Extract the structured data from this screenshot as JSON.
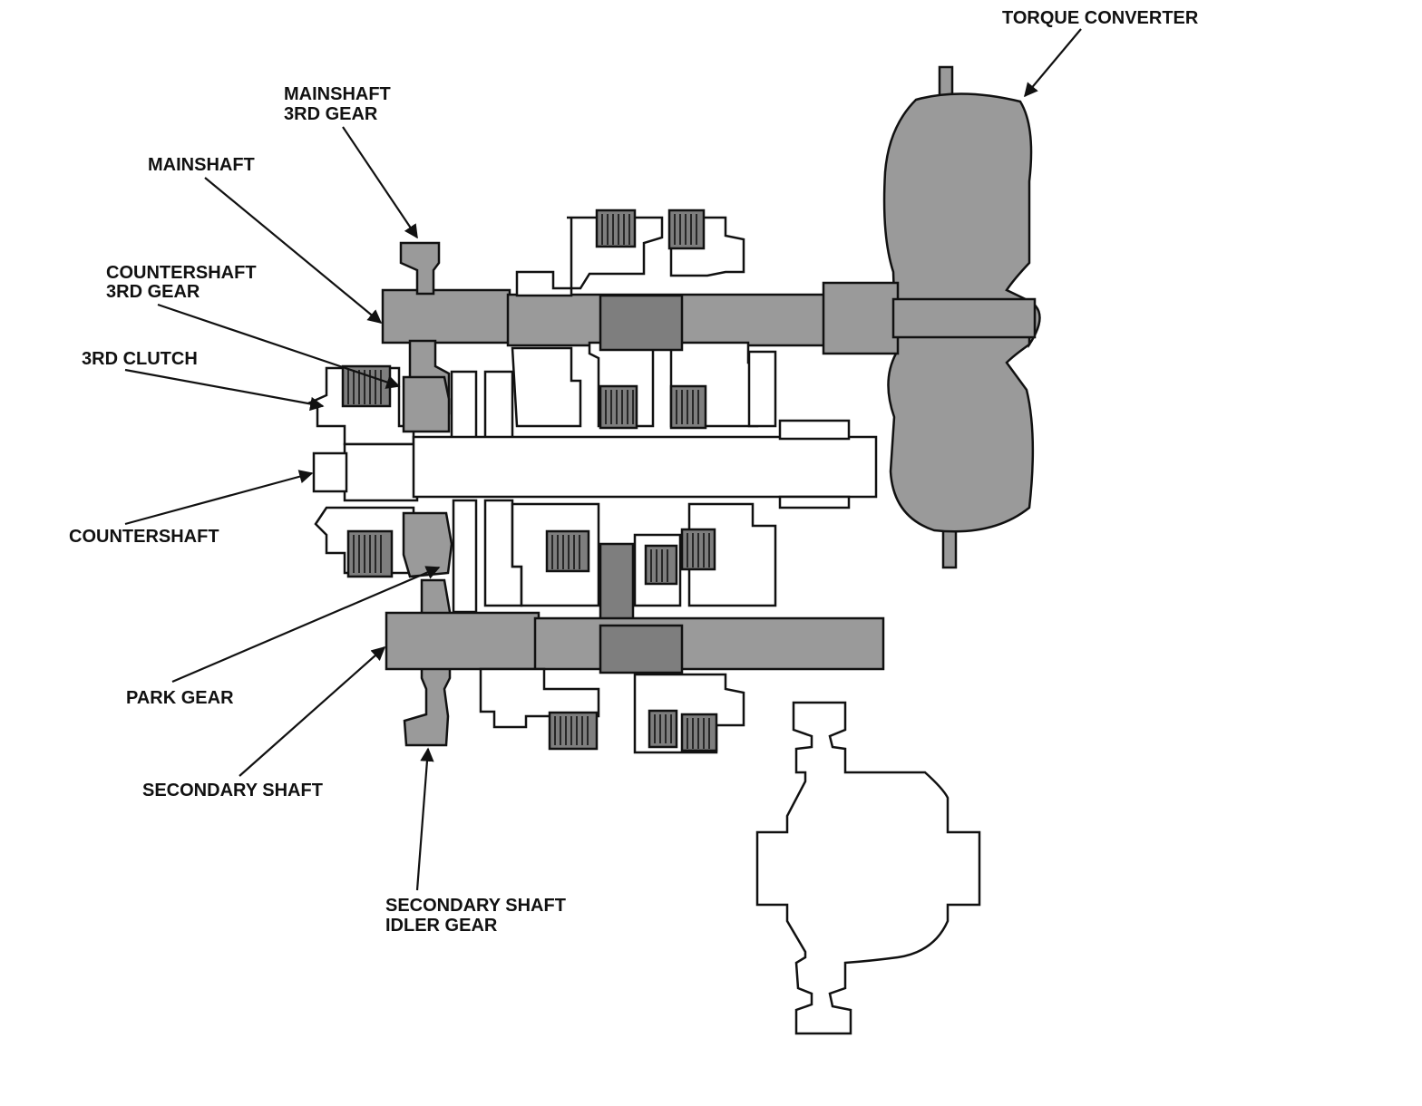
{
  "labels": {
    "torque_converter": "TORQUE CONVERTER",
    "mainshaft_3rd_gear_l1": "MAINSHAFT",
    "mainshaft_3rd_gear_l2": "3RD GEAR",
    "mainshaft": "MAINSHAFT",
    "countershaft_3rd_gear_l1": "COUNTERSHAFT",
    "countershaft_3rd_gear_l2": "3RD GEAR",
    "third_clutch": "3RD CLUTCH",
    "countershaft": "COUNTERSHAFT",
    "park_gear": "PARK GEAR",
    "secondary_shaft": "SECONDARY SHAFT",
    "secondary_shaft_idler_gear_l1": "SECONDARY SHAFT",
    "secondary_shaft_idler_gear_l2": "IDLER GEAR"
  },
  "colors": {
    "line": "#111111",
    "shading": "#9a9a9a",
    "dark_shading": "#7e7e7e",
    "background": "#ffffff"
  }
}
